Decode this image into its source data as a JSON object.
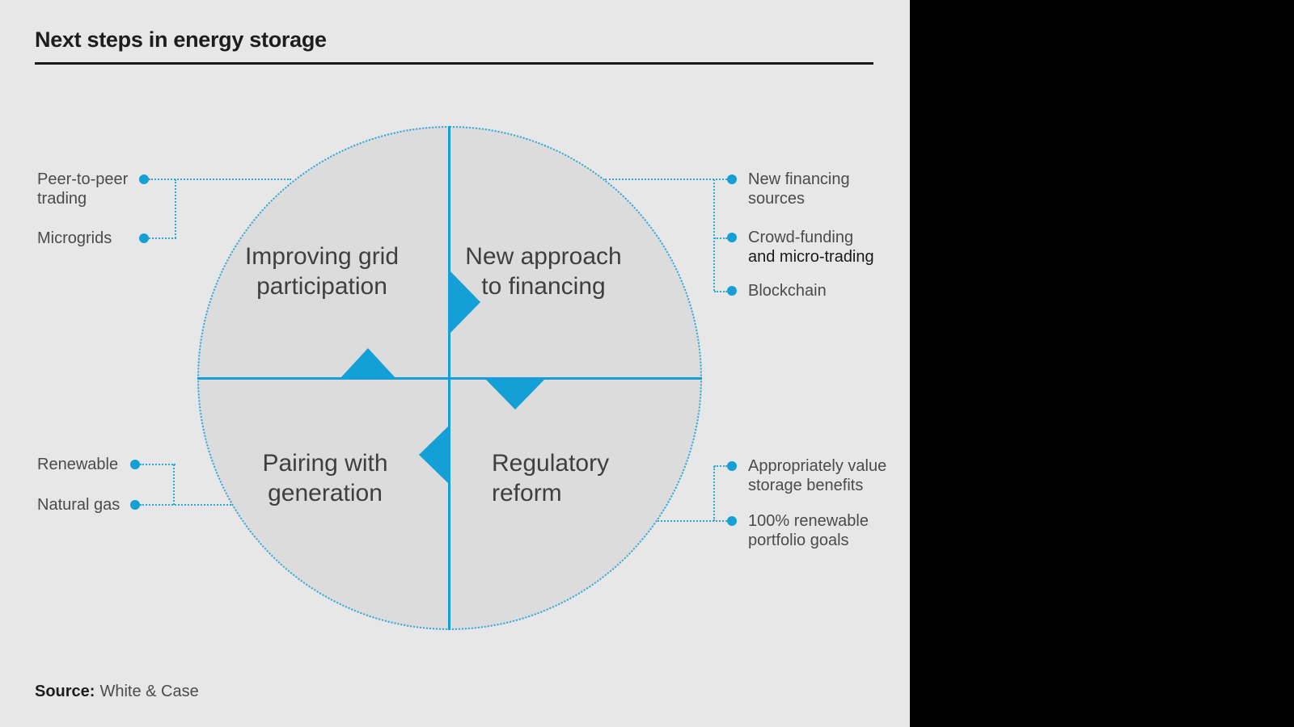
{
  "title": "Next steps in energy storage",
  "source": {
    "label": "Source:",
    "value": "White & Case"
  },
  "colors": {
    "accent_blue": "#149fd6",
    "dotted_line_blue": "#2aa9dc",
    "canvas_gray": "#e7e7e8",
    "circle_fill_gray": "#dcdcdd",
    "side_panel_black": "#000000",
    "heading_text": "#1d1d1b",
    "label_text": "#4b4b4d"
  },
  "quadrants": [
    {
      "id": "improving-grid-participation",
      "lines": [
        "Improving grid",
        "participation"
      ]
    },
    {
      "id": "new-approach-to-financing",
      "lines": [
        "New approach",
        "to financing"
      ]
    },
    {
      "id": "pairing-with-generation",
      "lines": [
        "Pairing with",
        "generation"
      ]
    },
    {
      "id": "regulatory-reform",
      "lines": [
        "Regulatory",
        "reform"
      ]
    }
  ],
  "flow_arrows": [
    "arrow-right-icon",
    "arrow-down-icon",
    "arrow-left-icon",
    "arrow-up-icon"
  ],
  "callouts": {
    "top_left": [
      {
        "lines": [
          "Peer-to-peer",
          "trading"
        ]
      },
      {
        "lines": [
          "Microgrids",
          ""
        ]
      }
    ],
    "top_right": [
      {
        "lines": [
          "New financing",
          "sources"
        ]
      },
      {
        "lines": [
          "Crowd-funding",
          "and micro-trading"
        ]
      },
      {
        "lines": [
          "Blockchain",
          ""
        ]
      }
    ],
    "bottom_left": [
      {
        "lines": [
          "Renewable",
          ""
        ]
      },
      {
        "lines": [
          "Natural gas",
          ""
        ]
      }
    ],
    "bottom_right": [
      {
        "lines": [
          "Appropriately value",
          "storage benefits"
        ]
      },
      {
        "lines": [
          "100% renewable",
          "portfolio goals"
        ]
      }
    ]
  }
}
